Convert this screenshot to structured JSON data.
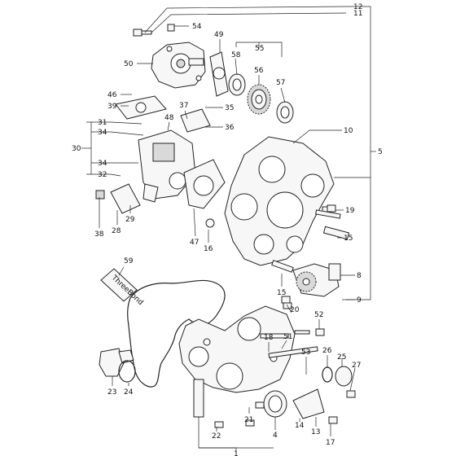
{
  "callouts": [
    {
      "id": "c12",
      "text": "12"
    },
    {
      "id": "c11",
      "text": "11"
    },
    {
      "id": "c54",
      "text": "54"
    },
    {
      "id": "c49",
      "text": "49"
    },
    {
      "id": "c55",
      "text": "55"
    },
    {
      "id": "c58",
      "text": "58"
    },
    {
      "id": "c56",
      "text": "56"
    },
    {
      "id": "c57",
      "text": "57"
    },
    {
      "id": "c50",
      "text": "50"
    },
    {
      "id": "c46",
      "text": "46"
    },
    {
      "id": "c39",
      "text": "39"
    },
    {
      "id": "c37",
      "text": "37"
    },
    {
      "id": "c35",
      "text": "35"
    },
    {
      "id": "c48",
      "text": "48"
    },
    {
      "id": "c36",
      "text": "36"
    },
    {
      "id": "c31",
      "text": "31"
    },
    {
      "id": "c34a",
      "text": "34"
    },
    {
      "id": "c30",
      "text": "30"
    },
    {
      "id": "c34b",
      "text": "34"
    },
    {
      "id": "c32",
      "text": "32"
    },
    {
      "id": "c10",
      "text": "10"
    },
    {
      "id": "c5",
      "text": "5"
    },
    {
      "id": "c19",
      "text": "19"
    },
    {
      "id": "c38",
      "text": "38"
    },
    {
      "id": "c28",
      "text": "28"
    },
    {
      "id": "c29",
      "text": "29"
    },
    {
      "id": "c47",
      "text": "47"
    },
    {
      "id": "c16",
      "text": "16"
    },
    {
      "id": "c15a",
      "text": "15"
    },
    {
      "id": "c59",
      "text": "59"
    },
    {
      "id": "c8",
      "text": "8"
    },
    {
      "id": "c15b",
      "text": "15"
    },
    {
      "id": "c9",
      "text": "9"
    },
    {
      "id": "c20",
      "text": "20"
    },
    {
      "id": "c52",
      "text": "52"
    },
    {
      "id": "c18",
      "text": "18"
    },
    {
      "id": "c51",
      "text": "51"
    },
    {
      "id": "c53",
      "text": "53"
    },
    {
      "id": "c26",
      "text": "26"
    },
    {
      "id": "c25",
      "text": "25"
    },
    {
      "id": "c27",
      "text": "27"
    },
    {
      "id": "c23",
      "text": "23"
    },
    {
      "id": "c24",
      "text": "24"
    },
    {
      "id": "c21",
      "text": "21"
    },
    {
      "id": "c22",
      "text": "22"
    },
    {
      "id": "c4",
      "text": "4"
    },
    {
      "id": "c14",
      "text": "14"
    },
    {
      "id": "c13",
      "text": "13"
    },
    {
      "id": "c17",
      "text": "17"
    },
    {
      "id": "c1",
      "text": "1"
    }
  ],
  "sealant_tube_label": "ThreeBond"
}
